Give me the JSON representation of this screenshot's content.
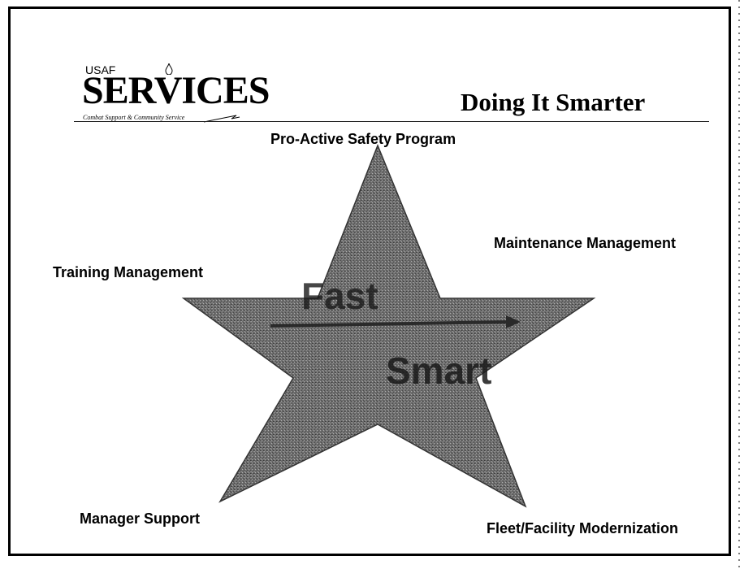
{
  "logo": {
    "top_text": "USAF",
    "main_text": "SERVICES",
    "tagline": "Combat Support & Community Service"
  },
  "title": "Doing It Smarter",
  "star": {
    "words": [
      "Fast",
      "Smart"
    ]
  },
  "labels": {
    "top": "Pro-Active Safety Program",
    "upper_left": "Training Management",
    "upper_right": "Maintenance Management",
    "lower_left": "Manager Support",
    "lower_right": "Fleet/Facility Modernization"
  },
  "colors": {
    "star_fill": "#7a7a7a",
    "star_dark": "#3a3a3a",
    "border": "#000000"
  }
}
